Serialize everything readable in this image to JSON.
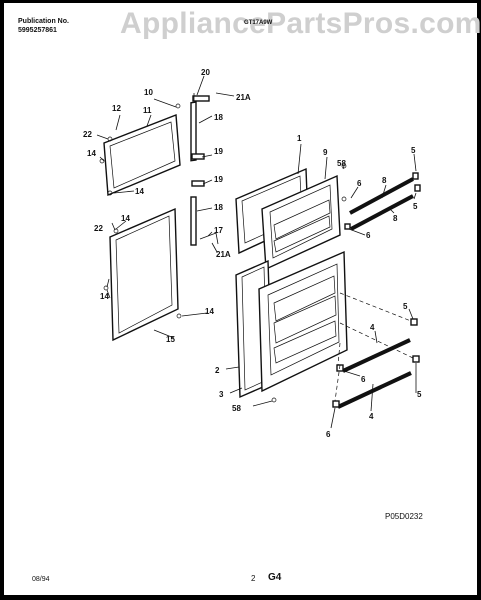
{
  "header": {
    "publication_label": "Publication No.",
    "publication_number": "5995257861",
    "model_code": "GT17A9W",
    "watermark": "AppliancePartsPros.com"
  },
  "diagram_code": "P05D0232",
  "footer": {
    "date": "08/94",
    "page": "2",
    "section": "G4"
  },
  "callouts": {
    "c1": "1",
    "c2": "2",
    "c3": "3",
    "c4a": "4",
    "c4b": "4",
    "c5a": "5",
    "c5b": "5",
    "c5c": "5",
    "c5d": "5",
    "c6a": "6",
    "c6b": "6",
    "c6c": "6",
    "c6d": "6",
    "c8a": "8",
    "c8b": "8",
    "c9": "9",
    "c10": "10",
    "c11": "11",
    "c12": "12",
    "c14a": "14",
    "c14b": "14",
    "c14c": "14",
    "c14d": "14",
    "c14e": "14",
    "c15": "15",
    "c17": "17",
    "c18a": "18",
    "c18b": "18",
    "c19a": "19",
    "c19b": "19",
    "c20": "20",
    "c21a": "21A",
    "c21b": "21A",
    "c22a": "22",
    "c22b": "22",
    "c58a": "58",
    "c58b": "58"
  }
}
